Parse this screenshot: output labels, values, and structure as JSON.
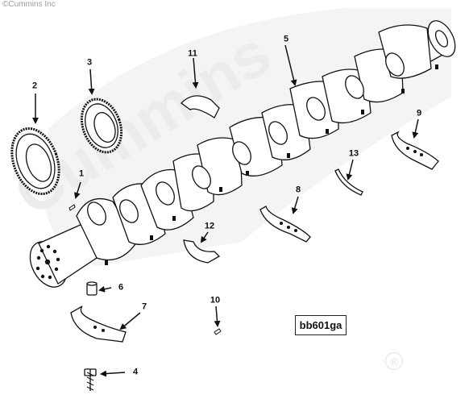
{
  "copyright": "©Cummins Inc",
  "watermark": "Cummins",
  "registered_mark": "®",
  "figure_code": "bb601ga",
  "callouts": {
    "c1": "1",
    "c2": "2",
    "c3": "3",
    "c4": "4",
    "c5": "5",
    "c6": "6",
    "c7": "7",
    "c8": "8",
    "c9": "9",
    "c10": "10",
    "c11": "11",
    "c12": "12",
    "c13": "13"
  }
}
